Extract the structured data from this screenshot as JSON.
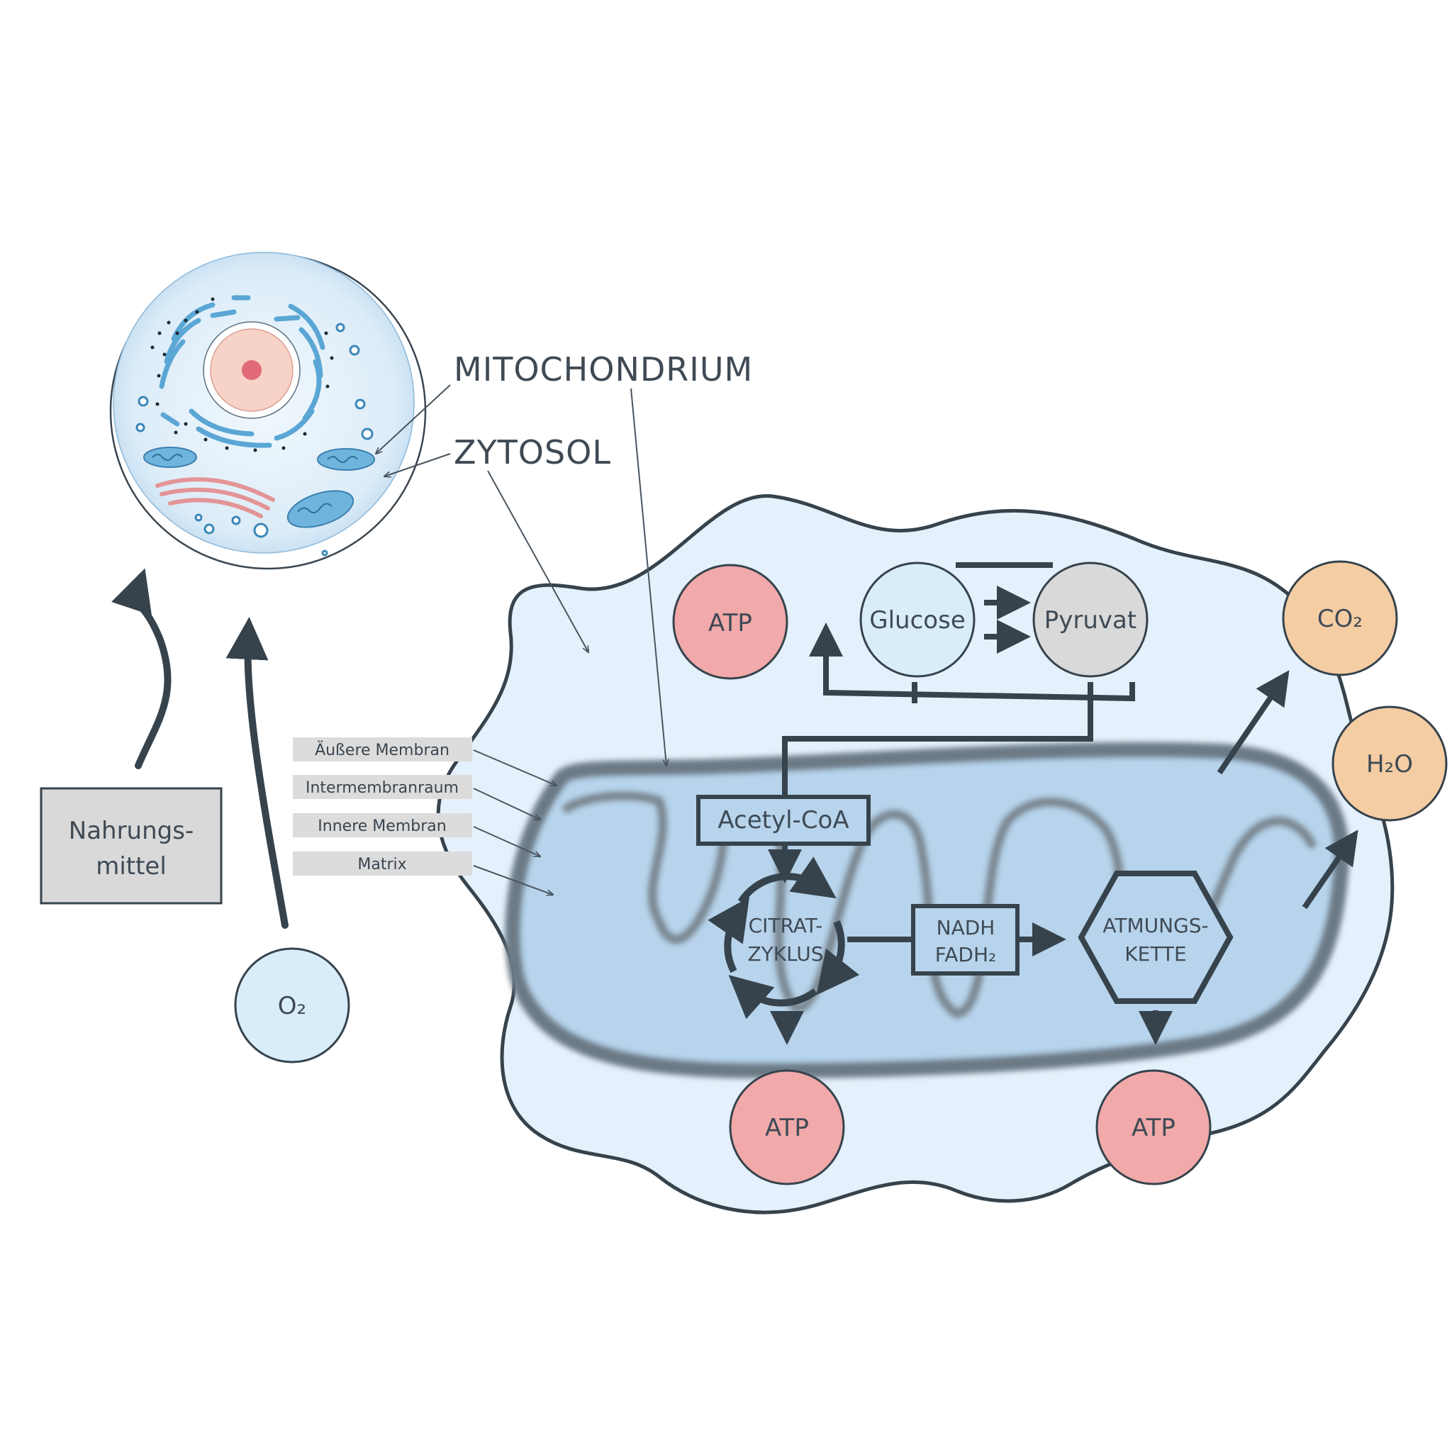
{
  "labels": {
    "mitochondrium": "MITOCHONDRIUM",
    "zytosol": "ZYTOSOL",
    "nahrungsmittel_line1": "Nahrungs-",
    "nahrungsmittel_line2": "mittel",
    "o2": "O₂",
    "atp": "ATP",
    "glucose": "Glucose",
    "pyruvat": "Pyruvat",
    "co2": "CO₂",
    "h2o": "H₂O",
    "acetyl_coa": "Acetyl-CoA",
    "citrat_line1": "CITRAT-",
    "citrat_line2": "ZYKLUS",
    "nadh": "NADH",
    "fadh2": "FADH₂",
    "atmungs_line1": "ATMUNGS-",
    "atmungs_line2": "KETTE"
  },
  "membrane_legend": [
    {
      "label": "Äußere Membran"
    },
    {
      "label": "Intermembranraum"
    },
    {
      "label": "Innere Membran"
    },
    {
      "label": "Matrix"
    }
  ],
  "colors": {
    "atp": "#f1a9a9",
    "glucose": "#d8ecfa",
    "pyruvat": "#d9d9d9",
    "co2_h2o": "#f5cda3",
    "o2": "#d8ecfa",
    "outline": "#36434d",
    "cytosol": "#e4f0fb",
    "mito_fill": "#b7d4ec",
    "legend_box": "#dcdcdc"
  }
}
